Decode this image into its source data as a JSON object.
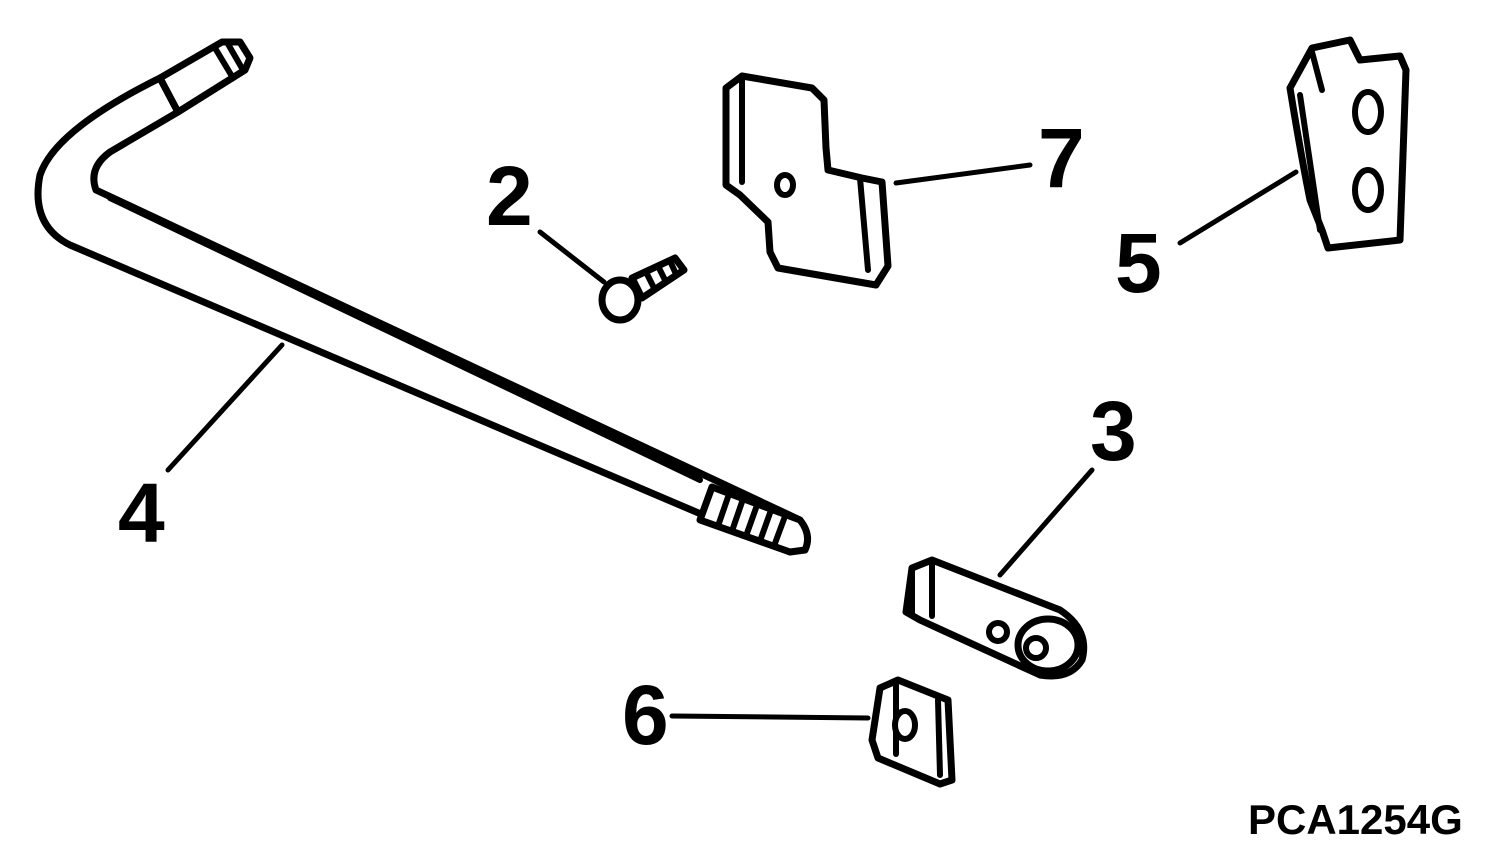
{
  "diagram": {
    "figure_code": "PCA1254G",
    "callouts": [
      {
        "id": "2",
        "label": "2",
        "part": "screw"
      },
      {
        "id": "3",
        "label": "3",
        "part": "rod-end"
      },
      {
        "id": "4",
        "label": "4",
        "part": "bent-rod"
      },
      {
        "id": "5",
        "label": "5",
        "part": "bracket"
      },
      {
        "id": "6",
        "label": "6",
        "part": "clip-nut"
      },
      {
        "id": "7",
        "label": "7",
        "part": "plate"
      }
    ]
  }
}
